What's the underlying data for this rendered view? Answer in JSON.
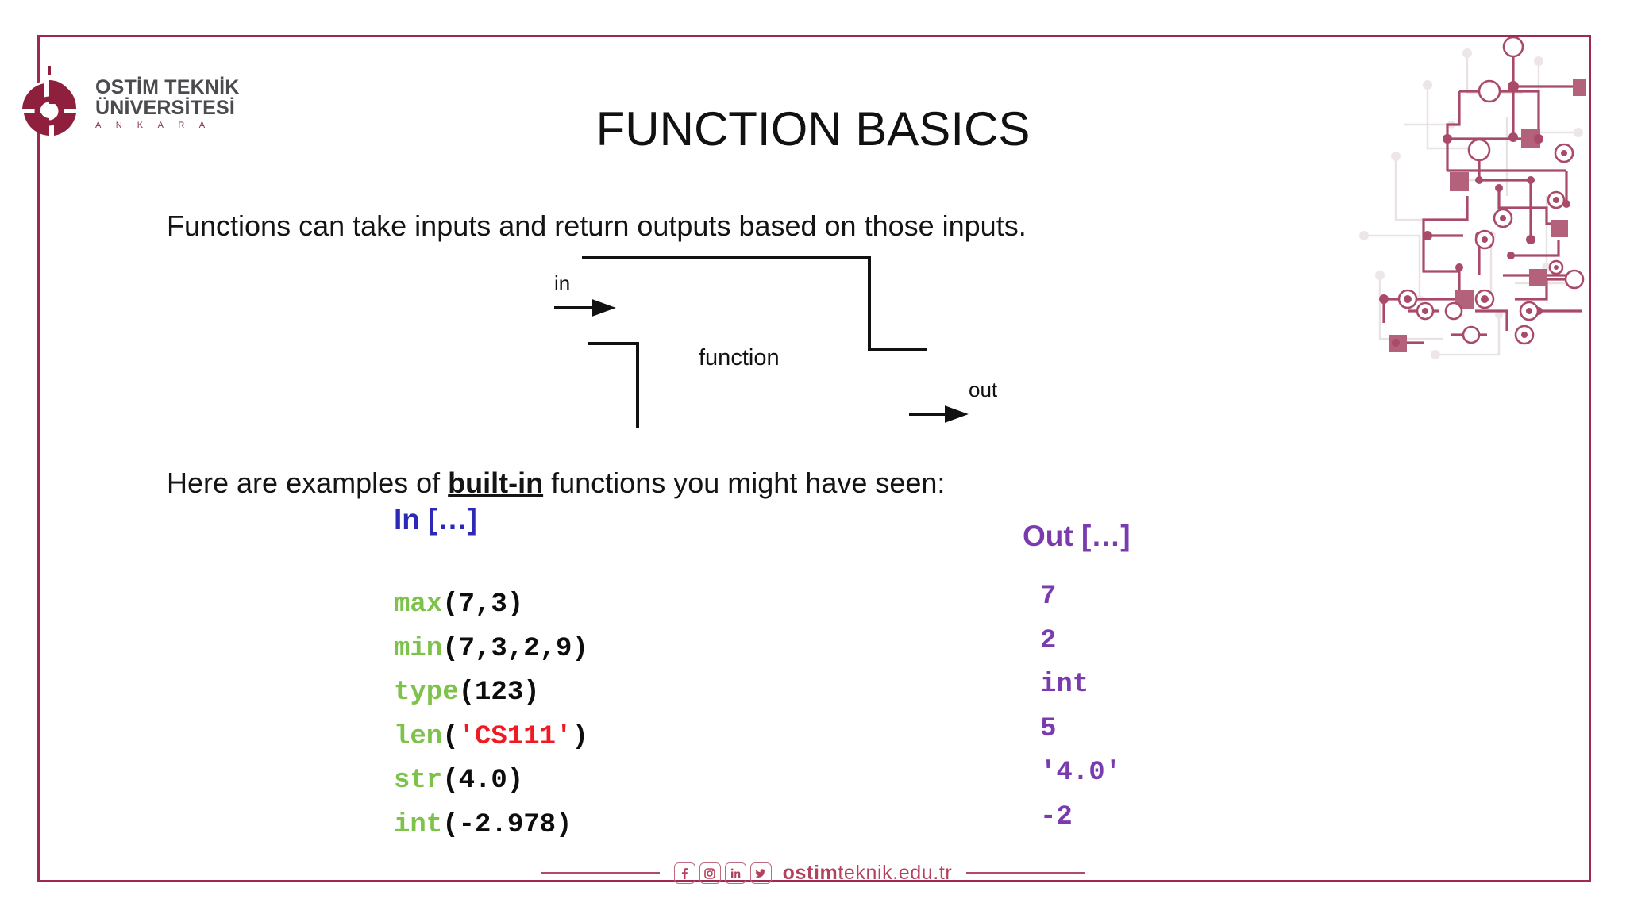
{
  "slide": {
    "title": "FUNCTION BASICS",
    "frame_color": "#9e2a4e",
    "background": "#ffffff"
  },
  "logo": {
    "line1": "OSTİM TEKNİK",
    "line2": "ÜNİVERSİTESİ",
    "line3": "A N K A R A",
    "mark_color": "#8e1f3d",
    "text_color": "#4a4a4f"
  },
  "body": {
    "intro": "Functions can take inputs and return outputs based on those inputs.",
    "examples_prefix": "Here are examples of ",
    "examples_emphasis": "built-in",
    "examples_suffix": " functions you might have seen:"
  },
  "diagram": {
    "in_label": "in",
    "out_label": "out",
    "function_label": "function"
  },
  "code_table": {
    "in_header": "In […]",
    "out_header": "Out […]",
    "in_header_color": "#2c28b8",
    "out_header_color": "#7b3bb0",
    "fn_color": "#7dc24b",
    "arg_color": "#0d0d0d",
    "str_color": "#ee1b24",
    "out_color": "#7b3bb0",
    "rows": [
      {
        "fn": "max",
        "args": "(7,3)",
        "string": "",
        "after": "",
        "out": "7"
      },
      {
        "fn": "min",
        "args": "(7,3,2,9)",
        "string": "",
        "after": "",
        "out": "2"
      },
      {
        "fn": "type",
        "args": "(123)",
        "string": "",
        "after": "",
        "out": "int"
      },
      {
        "fn": "len",
        "args": "(",
        "string": "'CS111'",
        "after": ")",
        "out": "5"
      },
      {
        "fn": "str",
        "args": "(4.0)",
        "string": "",
        "after": "",
        "out": "'4.0'"
      },
      {
        "fn": "int",
        "args": "(-2.978)",
        "string": "",
        "after": "",
        "out": "-2"
      }
    ]
  },
  "footer": {
    "url_bold": "ostim",
    "url_light": "teknik.edu.tr",
    "color": "#b3405c",
    "social": [
      {
        "name": "facebook-icon",
        "glyph": "f"
      },
      {
        "name": "instagram-icon",
        "glyph": "◉"
      },
      {
        "name": "linkedin-icon",
        "glyph": "in"
      },
      {
        "name": "twitter-icon",
        "glyph": "🐦"
      }
    ]
  }
}
